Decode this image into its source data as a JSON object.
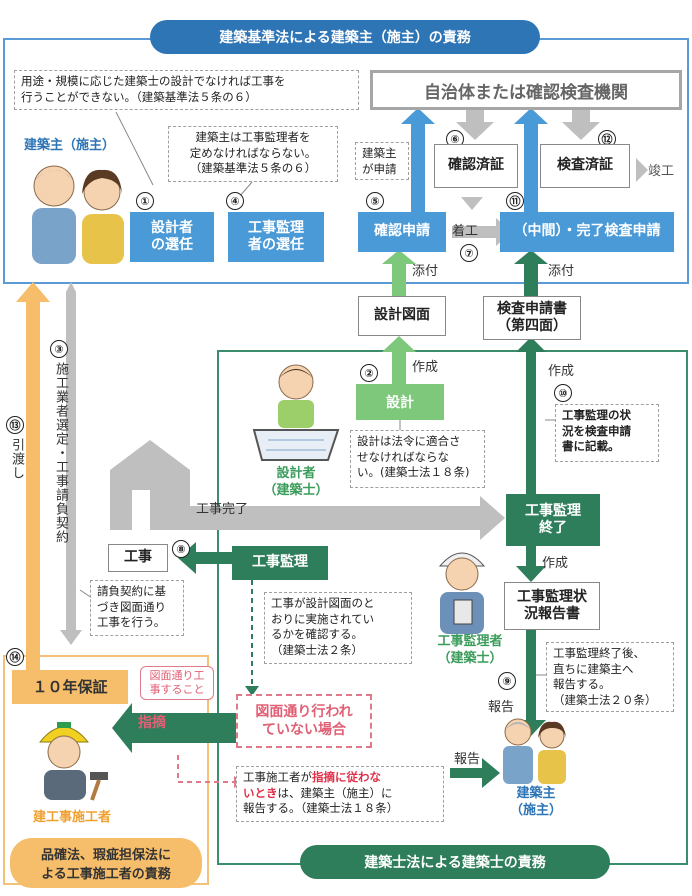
{
  "regions": {
    "top_title": "建築基準法による建築主（施主）の責務",
    "right_title": "建築士法による建築士の責務",
    "left_title_line1": "品確法、瑕疵担保法に",
    "left_title_line2": "よる工事施工者の責務"
  },
  "roles": {
    "owner_top": "建築主（施主）",
    "designer_line1": "設計者",
    "designer_line2": "（建築士）",
    "supervisor_line1": "工事監理者",
    "supervisor_line2": "（建築士）",
    "contractor": "建工事施工者",
    "owner_bottom_line1": "建築主",
    "owner_bottom_line2": "（施主）"
  },
  "boxes": {
    "select_designer_line1": "設計者",
    "select_designer_line2": "の選任",
    "select_supervisor_line1": "工事監理",
    "select_supervisor_line2": "者の選任",
    "authority": "自治体または確認検査機関",
    "confirm_done": "確認済証",
    "inspect_done": "検査済証",
    "confirm_apply": "確認申請",
    "inspect_apply": "（中間）・完了検査申請",
    "drawings": "設計図面",
    "inspect_form_line1": "検査申請書",
    "inspect_form_line2": "（第四面）",
    "design": "設計",
    "supervision_end_line1": "工事監理",
    "supervision_end_line2": "終了",
    "construction": "工事",
    "supervision": "工事監理",
    "report_line1": "工事監理状",
    "report_line2": "況報告書",
    "warranty": "１０年保証",
    "not_as_drawn_line1": "図面通り行われ",
    "not_as_drawn_line2": "ていない場合"
  },
  "notes": {
    "n_law5_6_line1": "用途・規模に応じた建築士の設計でなければ工事を",
    "n_law5_6_line2": "行うことができない。（建築基準法５条の６）",
    "n_supervisor_line1": "建築主は工事監理者を",
    "n_supervisor_line2": "定めなければならない。",
    "n_supervisor_line3": "（建築基準法５条の６）",
    "n_owner_apply_line1": "建築主",
    "n_owner_apply_line2": "が申請",
    "n_design_line1": "設計は法令に適合さ",
    "n_design_line2": "せなければならな",
    "n_design_line3": "い。(建築士法１８条)",
    "n_record_line1": "工事監理の状",
    "n_record_line2": "況を検査申請",
    "n_record_line3": "書に記載。",
    "n_contract_line1": "請負契約に基",
    "n_contract_line2": "づき図面通り",
    "n_contract_line3": "工事を行う。",
    "n_check_line1": "工事が設計図面のと",
    "n_check_line2": "おりに実施されてい",
    "n_check_line3": "るかを確認する。",
    "n_check_line4": "（建築士法２条）",
    "n_report_line1": "工事監理終了後、",
    "n_report_line2": "直ちに建築主へ",
    "n_report_line3": "報告する。",
    "n_report_line4": "（建築士法２０条）",
    "n_contractor_a": "工事施工者が",
    "n_contractor_red": "指摘に従わな",
    "n_contractor_red2": "いとき",
    "n_contractor_b": "は、建築主（施主）に",
    "n_contractor_c": "報告する。（建築士法１８条）",
    "pink_line1": "図面通り工",
    "pink_line2": "事すること"
  },
  "labels": {
    "attach1": "添付",
    "attach2": "添付",
    "create1": "作成",
    "create2": "作成",
    "create3": "作成",
    "start": "着工",
    "finish": "竣工",
    "work_complete": "工事完了",
    "point_out": "指摘",
    "report1": "報告",
    "report2": "報告",
    "handover": "引渡し",
    "select_contractor": "施工業者選定・工事請負契約"
  },
  "numbers": {
    "n1": "①",
    "n2": "②",
    "n3": "③",
    "n4": "④",
    "n5": "⑤",
    "n6": "⑥",
    "n7": "⑦",
    "n8": "⑧",
    "n9": "⑨",
    "n10": "⑩",
    "n11": "⑪",
    "n12": "⑫",
    "n13": "⑬",
    "n14": "⑭"
  },
  "colors": {
    "blue": "#2e75b6",
    "light_blue": "#4a9ad8",
    "green": "#2e7d5b",
    "light_green": "#7dc87a",
    "orange": "#f6bd6a",
    "pink": "#e07a8a",
    "gray": "#a6a6a6"
  }
}
